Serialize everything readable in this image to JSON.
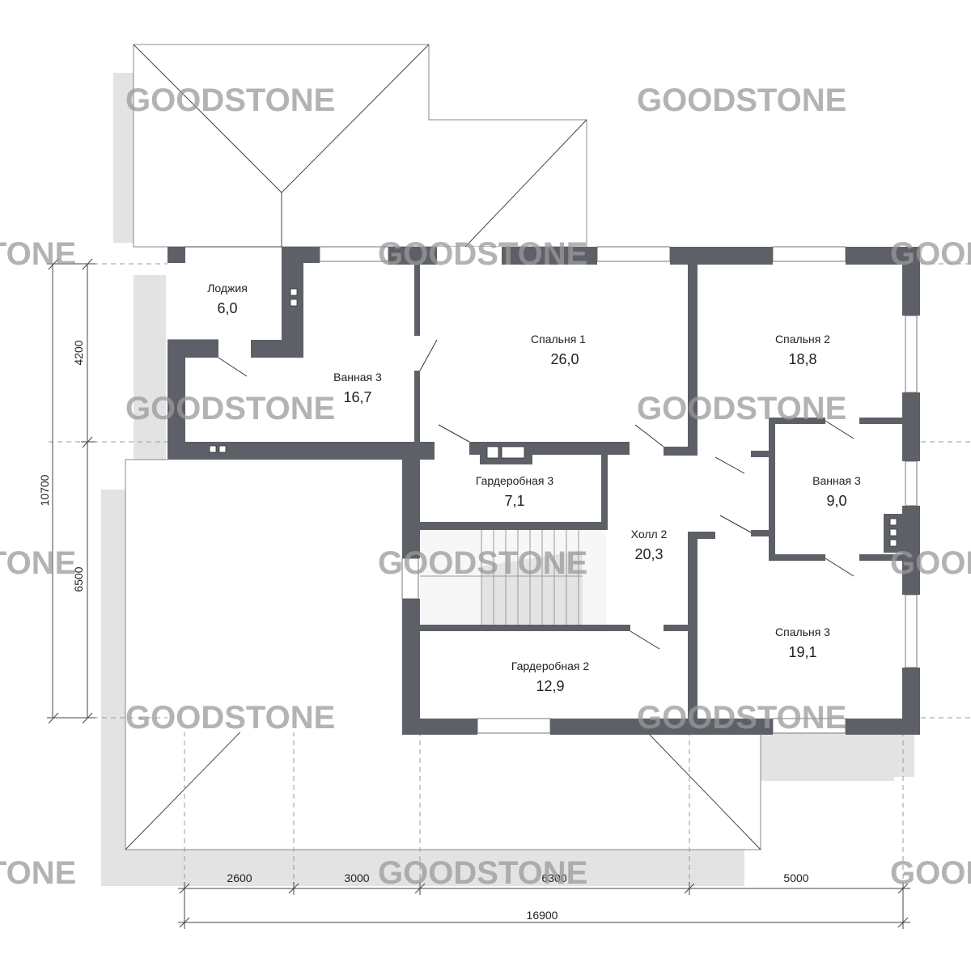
{
  "rooms": [
    {
      "name": "Лоджия",
      "area": "6,0"
    },
    {
      "name": "Ванная 3",
      "area": "16,7"
    },
    {
      "name": "Спальня 1",
      "area": "26,0"
    },
    {
      "name": "Спальня 2",
      "area": "18,8"
    },
    {
      "name": "Гардеробная 3",
      "area": "7,1"
    },
    {
      "name": "Холл 2",
      "area": "20,3"
    },
    {
      "name": "Ванная 3",
      "area": "9,0"
    },
    {
      "name": "Спальня 3",
      "area": "19,1"
    },
    {
      "name": "Гардеробная 2",
      "area": "12,9"
    }
  ],
  "dimensions": {
    "left_total": "10700",
    "left_top": "4200",
    "left_bottom": "6500",
    "bottom_segments": [
      "2600",
      "3000",
      "6300",
      "5000"
    ],
    "bottom_total": "16900"
  },
  "watermark": "GOODSTONE"
}
